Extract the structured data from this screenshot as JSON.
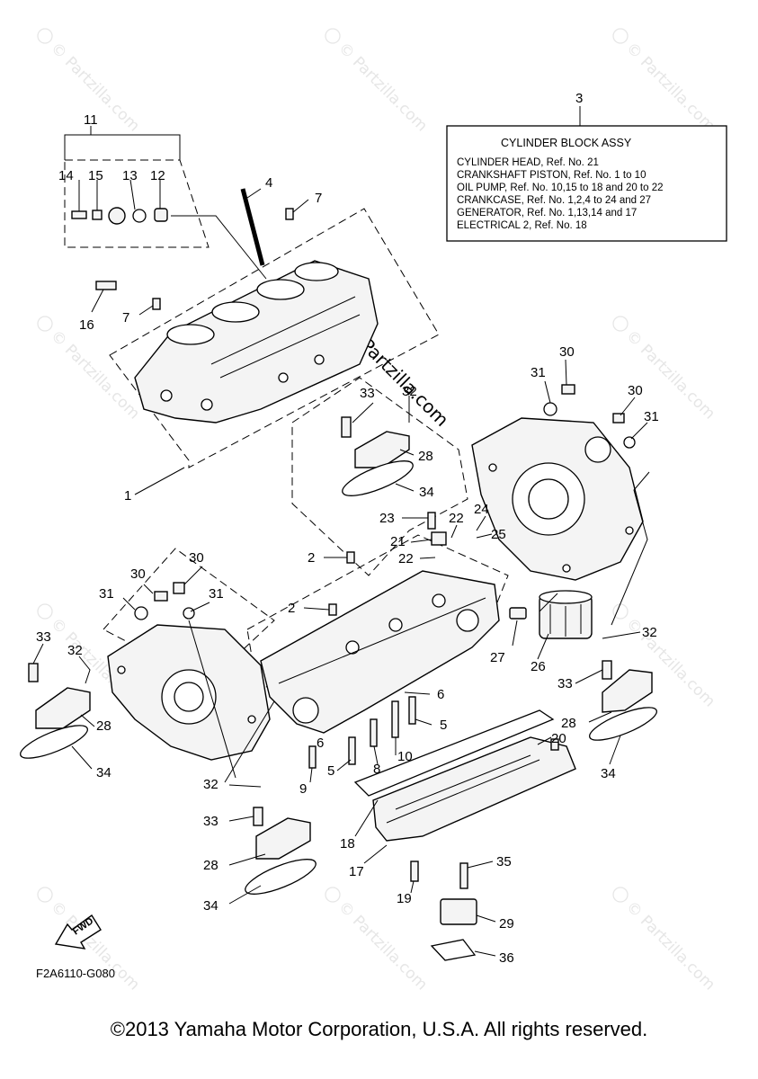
{
  "figure_code": "F2A6110-G080",
  "fwd_label": "FWD",
  "copyright": "©2013 Yamaha Motor Corporation, U.S.A. All rights reserved.",
  "watermark": "© Partzilla.com",
  "assy_box": {
    "ref": "3",
    "title": "CYLINDER BLOCK ASSY",
    "lines": [
      "CYLINDER HEAD, Ref. No. 21",
      "CRANKSHAFT PISTON, Ref. No. 1 to 10",
      "OIL PUMP, Ref. No. 10,15 to 18 and 20 to 22",
      "CRANKCASE, Ref. No. 1,2,4 to 24 and 27",
      "GENERATOR, Ref. No. 1,13,14 and 17",
      "ELECTRICAL 2, Ref. No. 18"
    ]
  },
  "callouts": {
    "c1": "1",
    "c2a": "2",
    "c2b": "2",
    "c4": "4",
    "c5a": "5",
    "c5b": "5",
    "c6a": "6",
    "c6b": "6",
    "c7a": "7",
    "c7b": "7",
    "c8": "8",
    "c9": "9",
    "c10": "10",
    "c11": "11",
    "c12": "12",
    "c13": "13",
    "c14": "14",
    "c15": "15",
    "c16": "16",
    "c17": "17",
    "c18": "18",
    "c19": "19",
    "c20": "20",
    "c21": "21",
    "c22a": "22",
    "c22b": "22",
    "c23": "23",
    "c24": "24",
    "c25": "25",
    "c26": "26",
    "c27": "27",
    "c28a": "28",
    "c28b": "28",
    "c28c": "28",
    "c28d": "28",
    "c29": "29",
    "c30a": "30",
    "c30b": "30",
    "c30c": "30",
    "c30d": "30",
    "c31a": "31",
    "c31b": "31",
    "c31c": "31",
    "c31d": "31",
    "c32a": "32",
    "c32b": "32",
    "c32c": "32",
    "c32d": "32",
    "c33a": "33",
    "c33b": "33",
    "c33c": "33",
    "c33d": "33",
    "c34a": "34",
    "c34b": "34",
    "c34c": "34",
    "c34d": "34",
    "c35": "35",
    "c36": "36"
  }
}
